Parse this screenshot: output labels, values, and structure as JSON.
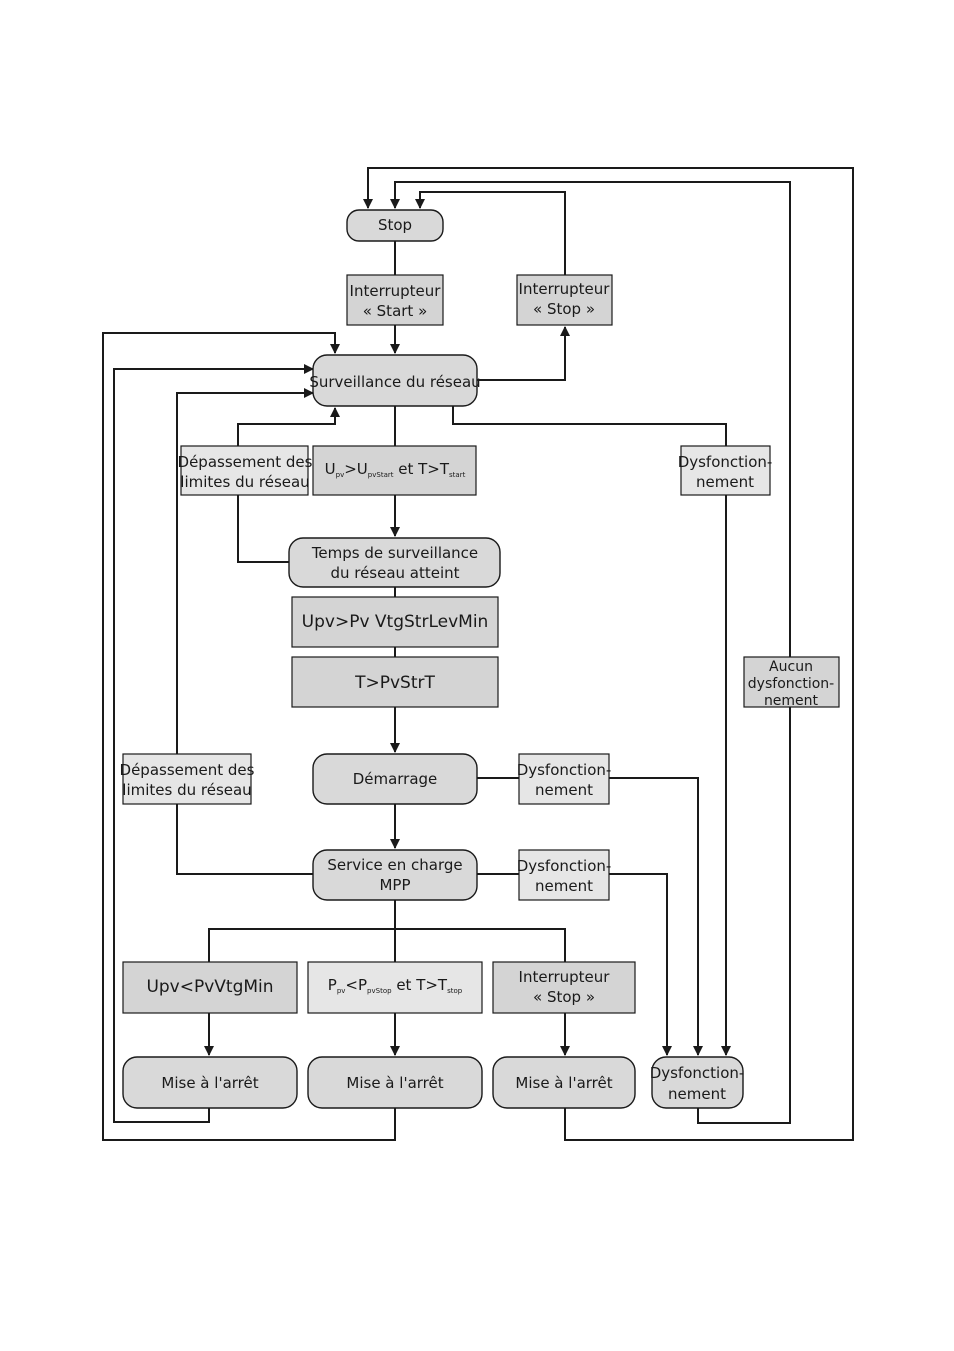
{
  "states": {
    "stop": "Stop",
    "grid_monitoring": "Surveillance du réseau",
    "monitoring_time": [
      "Temps de surveillance",
      "du réseau atteint"
    ],
    "startup": "Démarrage",
    "mpp": [
      "Service en charge",
      "MPP"
    ],
    "shutdown_1": "Mise à l'arrêt",
    "shutdown_2": "Mise à l'arrêt",
    "shutdown_3": "Mise à l'arrêt",
    "malfunction": [
      "Dysfonction-",
      "nement"
    ]
  },
  "conditions": {
    "switch_start": [
      "Interrupteur",
      "« Start »"
    ],
    "switch_stop_top": [
      "Interrupteur",
      "« Stop »"
    ],
    "grid_limits_1": [
      "Dépassement des",
      "limites du réseau"
    ],
    "upv_start": {
      "u1": "U",
      "s1": "pv",
      "op": ">U",
      "s2": "pvStart",
      "mid": " et T>T",
      "s3": "start"
    },
    "malfunction_1": [
      "Dysfonction-",
      "nement"
    ],
    "upv_vtgstrlevmin": "Upv>Pv VtgStrLevMin",
    "t_pvstrt": "T>PvStrT",
    "no_malfunction": [
      "Aucun",
      "dysfonction-",
      "nement"
    ],
    "grid_limits_2": [
      "Dépassement des",
      "limites du réseau"
    ],
    "malfunction_2": [
      "Dysfonction-",
      "nement"
    ],
    "malfunction_3": [
      "Dysfonction-",
      "nement"
    ],
    "upv_min": "Upv<PvVtgMin",
    "ppv_stop": {
      "u1": "P",
      "s1": "pv",
      "op": "<P",
      "s2": "pvStop",
      "mid": " et T>T",
      "s3": "stop"
    },
    "switch_stop_bottom": [
      "Interrupteur",
      "« Stop »"
    ]
  }
}
